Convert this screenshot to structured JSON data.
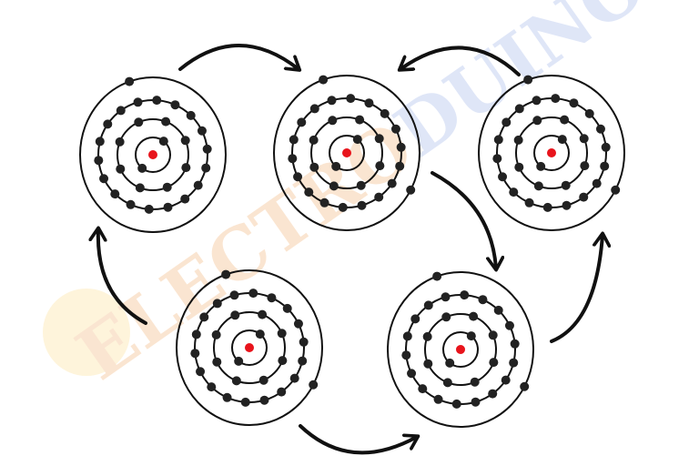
{
  "diagram": {
    "watermark": "ELECTRODUINO",
    "colors": {
      "nucleus": "#e8141c",
      "electron": "#222222",
      "orbit": "#111111",
      "arrow": "#111111",
      "watermark_orange": "#f6c79a",
      "watermark_blue": "#b9c8ef"
    },
    "atoms": [
      {
        "id": "atom-top-left",
        "shells": [
          2,
          8,
          18,
          1
        ]
      },
      {
        "id": "atom-top-center",
        "shells": [
          2,
          8,
          18,
          2
        ]
      },
      {
        "id": "atom-top-right",
        "shells": [
          2,
          8,
          18,
          2
        ]
      },
      {
        "id": "atom-bottom-left",
        "shells": [
          2,
          8,
          18,
          2
        ]
      },
      {
        "id": "atom-bottom-right",
        "shells": [
          2,
          8,
          18,
          2
        ]
      }
    ],
    "arrows": [
      {
        "from": "atom-top-left",
        "to": "atom-top-center"
      },
      {
        "from": "atom-top-right",
        "to": "atom-top-center"
      },
      {
        "from": "atom-top-center",
        "to": "atom-bottom-right"
      },
      {
        "from": "atom-bottom-right",
        "to": "atom-top-right"
      },
      {
        "from": "atom-bottom-left",
        "to": "atom-bottom-right"
      },
      {
        "from": "atom-bottom-left",
        "to": "atom-top-left"
      }
    ]
  }
}
